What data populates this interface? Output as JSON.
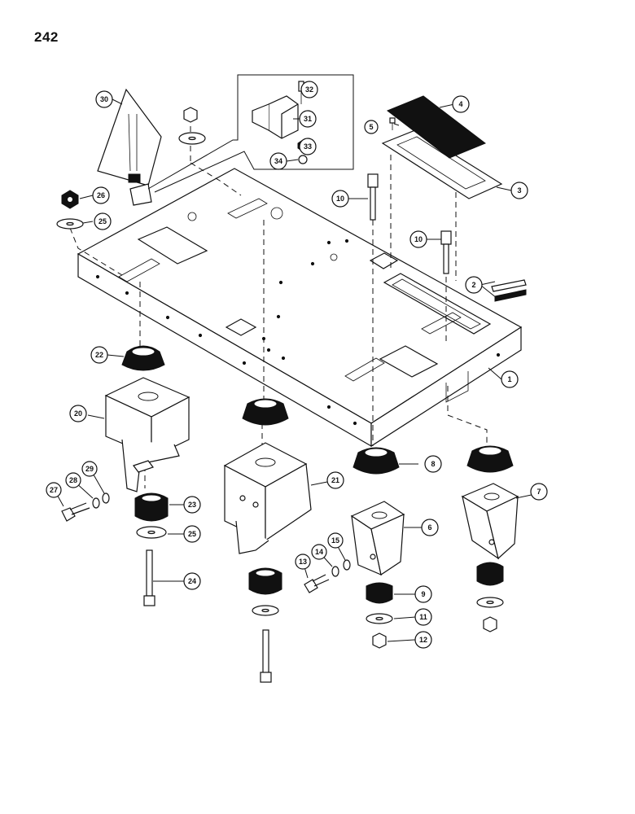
{
  "page": {
    "number": "242"
  },
  "callouts": [
    "1",
    "2",
    "3",
    "4",
    "5",
    "6",
    "7",
    "8",
    "9",
    "10",
    "10",
    "11",
    "12",
    "13",
    "14",
    "15",
    "20",
    "21",
    "22",
    "23",
    "24",
    "25",
    "25",
    "26",
    "27",
    "28",
    "29",
    "30",
    "31",
    "32",
    "33",
    "34"
  ]
}
